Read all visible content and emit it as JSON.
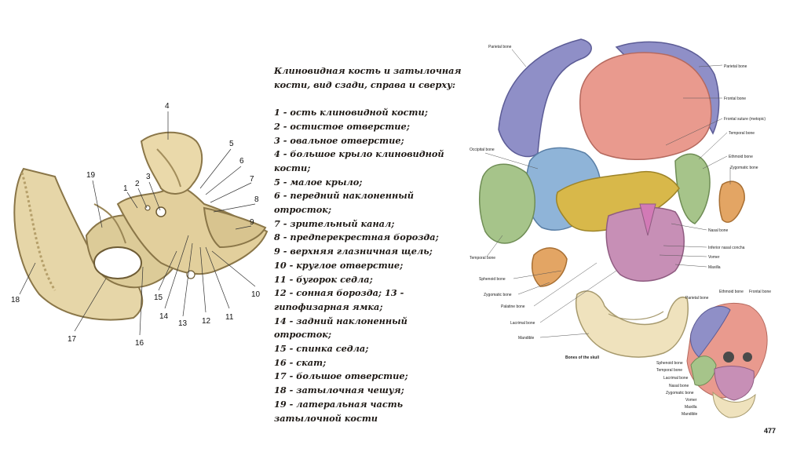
{
  "caption": {
    "title": "Клиновидная кость и затылочная кости, вид сзади, справа и сверху:",
    "items": [
      "1 - ость клиновидной кости;",
      "2 - остистое отверстие;",
      "3 - овальное отверстие;",
      "4 - большое крыло клиновидной кости;",
      "5 - малое крыло;",
      "6 - передний наклоненный отросток;",
      "7 - зрительный канал;",
      "8 - предперекрестная борозда;",
      "9 - верхняя глазничная щель;",
      "10 - круглое отверстие;",
      "11 - бугорок седла;",
      "12 - сонная борозда; 13 - гипофизарная ямка;",
      "14 - задний наклоненный отросток;",
      "15 - спинка седла;",
      "16 - скат;",
      "17 - большое отверстие;",
      "18 - затылочная чешуя;",
      "19 - латеральная часть затылочной кости"
    ]
  },
  "left_figure": {
    "numbers": [
      "4",
      "5",
      "6",
      "7",
      "8",
      "9",
      "10",
      "11",
      "12",
      "13",
      "14",
      "15",
      "16",
      "17",
      "18",
      "19",
      "1",
      "2",
      "3"
    ]
  },
  "right_figure": {
    "labels": {
      "parietal_left": "Parietal bone",
      "parietal_right": "Parietal bone",
      "frontal": "Frontal bone",
      "frontal_suture": "Frontal suture (metopic)",
      "temporal_top": "Temporal bone",
      "ethmoid": "Ethmoid bone",
      "zygomatic_top": "Zygomatic bone",
      "occipital": "Occipital bone",
      "temporal_left": "Temporal bone",
      "sphenoid": "Sphenoid bone",
      "zygomatic_left": "Zygomatic bone",
      "palatine": "Palatine bone",
      "lacrimal": "Lacrimal bone",
      "mandible": "Mandible",
      "nasal": "Nasal bone",
      "inferior_concha": "Inferior nasal concha",
      "vomer": "Vomer",
      "maxilla": "Maxilla",
      "bones_of_skull": "Bones of the skull"
    },
    "small_skull_labels": {
      "parietal": "Parietal bone",
      "ethmoid": "Ethmoid bone",
      "frontal": "Frontal bone",
      "sphenoid": "Sphenoid bone",
      "temporal": "Temporal bone",
      "lacrimal": "Lacrimal bone",
      "nasal": "Nasal bone",
      "zygomatic": "Zygomatic bone",
      "vomer": "Vomer",
      "maxilla": "Maxilla",
      "mandible": "Mandible"
    }
  },
  "page_number": "477",
  "colors": {
    "bone_beige": "#e6d6a8",
    "bone_shadow": "#9a8656",
    "parietal": "#8f8fc7",
    "frontal": "#e99a8e",
    "occipital": "#8fb4d8",
    "temporal": "#a6c48a",
    "sphenoid": "#d8b84a",
    "maxilla": "#c78fb6",
    "zygomatic": "#e3a564",
    "mandible": "#efe2bd"
  }
}
